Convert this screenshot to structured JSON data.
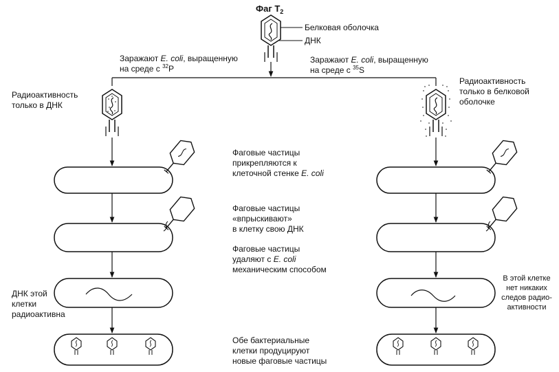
{
  "title": {
    "text": "Фаг T",
    "sub": "2"
  },
  "labels": {
    "protein_coat": "Белковая оболочка",
    "dna": "ДНК"
  },
  "left_branch": {
    "infect_line1_a": "Заражают ",
    "infect_line1_b": "E. coli",
    "infect_line1_c": ", выращенную",
    "infect_line2_a": "на среде с ",
    "infect_line2_sup": "32",
    "infect_line2_b": "P",
    "radio_line1": "Радиоактивность",
    "radio_line2": "только в ДНК",
    "dna_radio_line1": "ДНК этой",
    "dna_radio_line2": "клетки",
    "dna_radio_line3": "радиоактивна"
  },
  "right_branch": {
    "infect_line1_a": "Заражают ",
    "infect_line1_b": "E. coli",
    "infect_line1_c": ", выращенную",
    "infect_line2_a": "на среде с ",
    "infect_line2_sup": "35",
    "infect_line2_b": "S",
    "radio_line1": "Радиоактивность",
    "radio_line2": "только в белковой",
    "radio_line3": "оболочке",
    "no_radio_line1": "В этой клетке",
    "no_radio_line2": "нет никаких",
    "no_radio_line3": "следов радио-",
    "no_radio_line4": "активности"
  },
  "steps": {
    "attach_line1": "Фаговые частицы",
    "attach_line2": "прикрепляются к",
    "attach_line3_a": "клеточной стенке ",
    "attach_line3_b": "E. coli",
    "inject_line1": "Фаговые частицы",
    "inject_line2": "«впрыскивают»",
    "inject_line3": "в клетку свою ДНК",
    "remove_line1": "Фаговые частицы",
    "remove_line2_a": "удаляют с ",
    "remove_line2_b": "E. coli",
    "remove_line3": "механическим способом",
    "produce_line1": "Обе бактериальные",
    "produce_line2": "клетки продуцируют",
    "produce_line3": "новые фаговые частицы"
  },
  "colors": {
    "ink": "#111111",
    "background": "#ffffff"
  }
}
